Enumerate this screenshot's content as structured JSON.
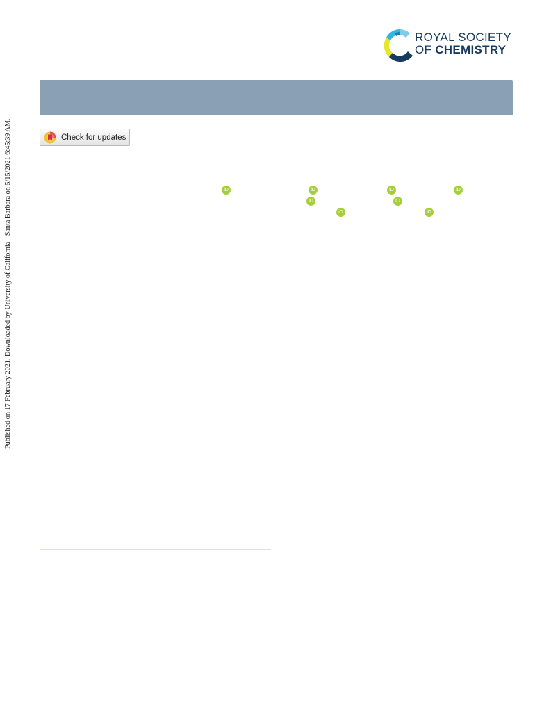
{
  "side_stamp": {
    "text": "Published on 17 February 2021. Downloaded by University of California - Santa Barbara on 5/15/2021 6:45:39 AM."
  },
  "logo": {
    "line1": "ROYAL SOCIETY",
    "line2_prefix": "OF ",
    "line2_bold": "CHEMISTRY",
    "colors": {
      "navy": "#173a5e",
      "light_blue": "#35b4e0",
      "teal": "#1f7fa8",
      "yellow": "#e6e62a"
    }
  },
  "banner": {
    "color": "#8aa0b4"
  },
  "updates_button": {
    "label": "Check for updates",
    "icon": "bookmark-ribbon-icon"
  },
  "orcid": {
    "label": "iD",
    "color": "#a6ce39",
    "rows": [
      4,
      2,
      2
    ]
  }
}
